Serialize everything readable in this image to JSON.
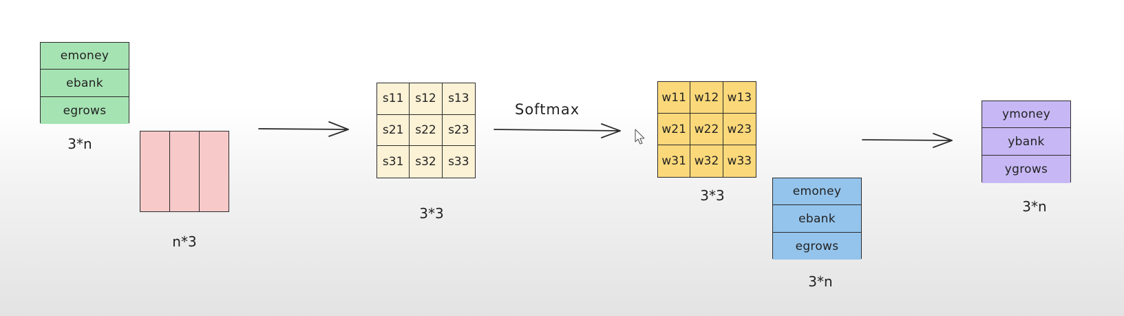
{
  "colors": {
    "query_keys": "#a6e3b3",
    "transpose": "#f8c9c9",
    "scores": "#fcf2d6",
    "weights": "#fbd97a",
    "values": "#94c4ec",
    "output": "#c7b8f5",
    "stroke": "#2a2a2a"
  },
  "icons": {
    "cursor": "pointer-cursor-icon"
  },
  "input_matrix": {
    "rows": [
      "emoney",
      "ebank",
      "egrows"
    ],
    "shape": "3*n"
  },
  "transposed_matrix": {
    "shape": "n*3"
  },
  "score_matrix": {
    "cells": [
      "s11",
      "s12",
      "s13",
      "s21",
      "s22",
      "s23",
      "s31",
      "s32",
      "s33"
    ],
    "shape": "3*3"
  },
  "softmax_label": "Softmax",
  "weight_matrix": {
    "cells": [
      "w11",
      "w12",
      "w13",
      "w21",
      "w22",
      "w23",
      "w31",
      "w32",
      "w33"
    ],
    "shape": "3*3"
  },
  "value_matrix": {
    "rows": [
      "emoney",
      "ebank",
      "egrows"
    ],
    "shape": "3*n"
  },
  "output_matrix": {
    "rows": [
      "ymoney",
      "ybank",
      "ygrows"
    ],
    "shape": "3*n"
  }
}
